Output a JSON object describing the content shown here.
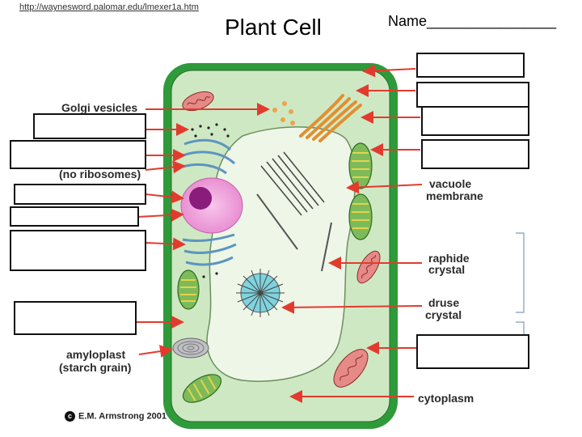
{
  "header": {
    "url": "http://waynesword.palomar.edu/lmexer1a.htm",
    "title": "Plant Cell",
    "name_field": "Name________________"
  },
  "labels": {
    "golgi_vesicles": "Golgi vesicles",
    "no_ribosomes": "(no ribosomes)",
    "vacuole_membrane_1": "vacuole",
    "vacuole_membrane_2": "membrane",
    "raphide_crystal_1": "raphide",
    "raphide_crystal_2": "crystal",
    "druse_crystal_1": "druse",
    "druse_crystal_2": "crystal",
    "amyloplast_1": "amyloplast",
    "amyloplast_2": "(starch grain)",
    "cytoplasm": "cytoplasm",
    "copyright": "E.M. Armstrong 2001",
    "copyright_symbol": "c"
  },
  "colors": {
    "cell_wall": "#2f9a3a",
    "cytoplasm": "#cfe8c4",
    "vacuole": "#eef6e8",
    "nucleus": "#e26cc8",
    "arrow": "#e23b2e",
    "chloroplast": "#6aa84f",
    "mitochondrion": "#d9534f",
    "golgi": "#f0a24a",
    "er": "#7fb7d9"
  }
}
